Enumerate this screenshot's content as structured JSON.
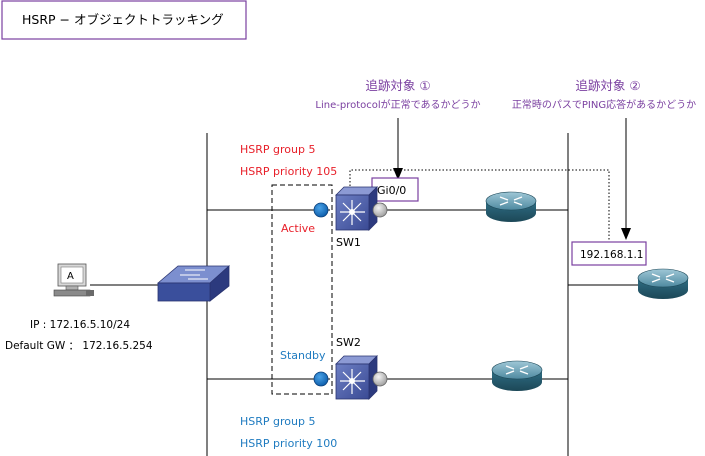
{
  "title": "HSRP − オブジェクトトラッキング",
  "track1": {
    "heading": "追跡対象 ①",
    "desc": "Line-protocolが正常であるかどうか"
  },
  "track2": {
    "heading": "追跡対象 ②",
    "desc": "正常時のパスでPING応答があるかどうか"
  },
  "sw1": {
    "group": "HSRP group 5",
    "priority": "HSRP priority 105",
    "state": "Active",
    "name": "SW1",
    "interface": "Gi0/0"
  },
  "sw2": {
    "group": "HSRP group 5",
    "priority": "HSRP priority 100",
    "state": "Standby",
    "name": "SW2"
  },
  "pc": {
    "label": "A",
    "ip": "IP : 172.16.5.10/24",
    "gw": "Default GW ： 172.16.5.254"
  },
  "target_ip": "192.168.1.1",
  "colors": {
    "red": "#e8202a",
    "blue": "#1f7bc0",
    "purple": "#7a3fa0",
    "device": "#2a6478",
    "switch_body": "#3a4f9c"
  }
}
